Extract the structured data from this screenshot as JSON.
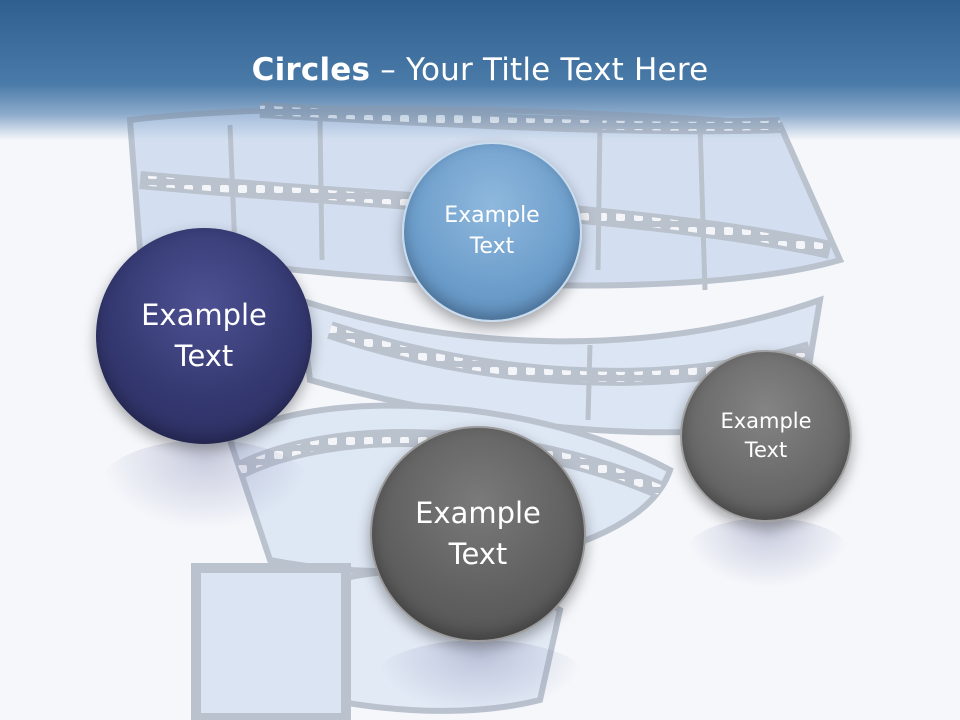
{
  "slide": {
    "title_bold": "Circles",
    "title_rest": " – Your Title Text Here"
  },
  "circles": [
    {
      "label": "Example\nText",
      "color": "#343870"
    },
    {
      "label": "Example\nText",
      "color": "#6e9fcc"
    },
    {
      "label": "Example\nText",
      "color": "#606060"
    },
    {
      "label": "Example\nText",
      "color": "#6a6a6a"
    }
  ],
  "colors": {
    "header": "#2f5f8f",
    "background": "#f5f7fb"
  }
}
